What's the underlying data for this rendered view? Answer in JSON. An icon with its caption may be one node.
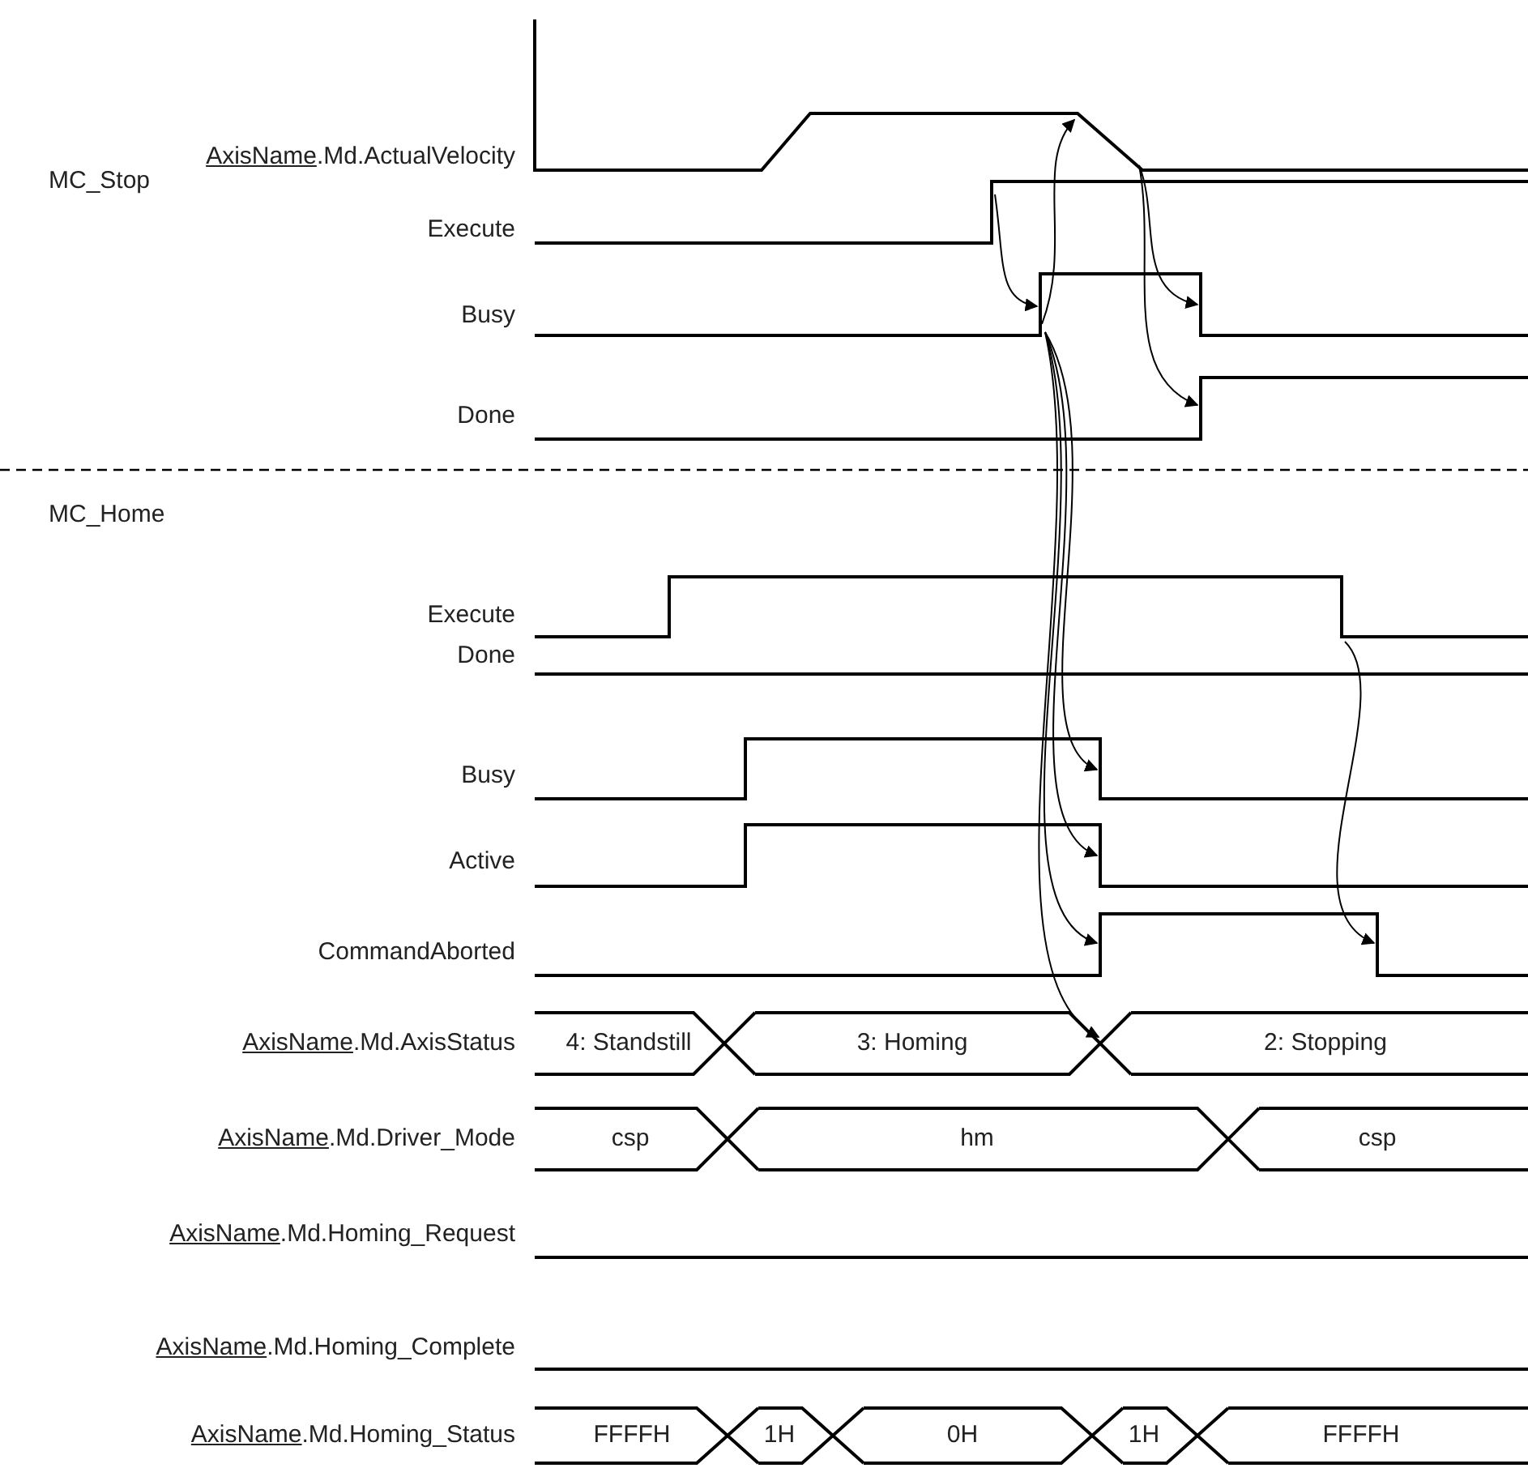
{
  "diagram": {
    "labels": [
      "AxisName.Md.ActualVelocity",
      "MC_Stop",
      "Execute",
      "Busy",
      "Done",
      "MC_Home",
      "Execute",
      "Done",
      "Busy",
      "Active",
      "CommandAborted",
      "AxisName.Md.AxisStatus",
      "4: Standstill",
      "3: Homing",
      "2: Stopping",
      "AxisName.Md.Driver_Mode",
      "csp",
      "hm",
      "csp",
      "AxisName.Md.Homing_Request",
      "AxisName.Md.Homing_Complete",
      "AxisName.Md.Homing_Status",
      "FFFFH",
      "1H",
      "0H",
      "1H",
      "FFFFH"
    ]
  }
}
